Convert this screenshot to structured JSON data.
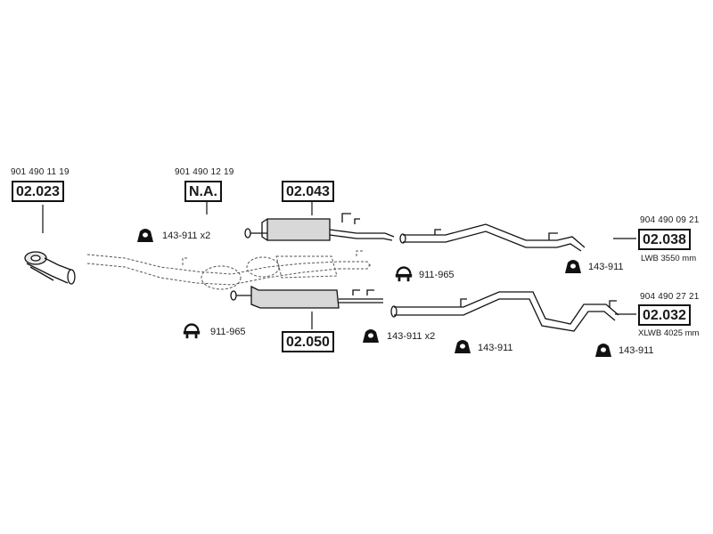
{
  "parts": {
    "front_pipe": {
      "oem": "901 490 11 19",
      "code": "02.023"
    },
    "na_section": {
      "oem": "901 490 12 19",
      "code": "N.A."
    },
    "middle_silencer": {
      "code": "02.043"
    },
    "rear_silencer": {
      "code": "02.050"
    },
    "tail_pipe_lwb": {
      "oem": "904 490 09 21",
      "code": "02.038",
      "note": "LWB 3550 mm"
    },
    "tail_pipe_xlwb": {
      "oem": "904 490 27 21",
      "code": "02.032",
      "note": "XLWB 4025 mm"
    }
  },
  "accessories": {
    "mount_a": {
      "label": "143-911 x2",
      "icon": "rubber-mount-icon"
    },
    "clamp_a": {
      "label": "911-965",
      "icon": "clamp-icon"
    },
    "mount_b": {
      "label": "143-911",
      "icon": "rubber-mount-icon"
    },
    "clamp_b": {
      "label": "911-965",
      "icon": "clamp-icon"
    },
    "mount_c": {
      "label": "143-911 x2",
      "icon": "rubber-mount-icon"
    },
    "mount_d": {
      "label": "143-911",
      "icon": "rubber-mount-icon"
    },
    "mount_e": {
      "label": "143-911",
      "icon": "rubber-mount-icon"
    }
  }
}
